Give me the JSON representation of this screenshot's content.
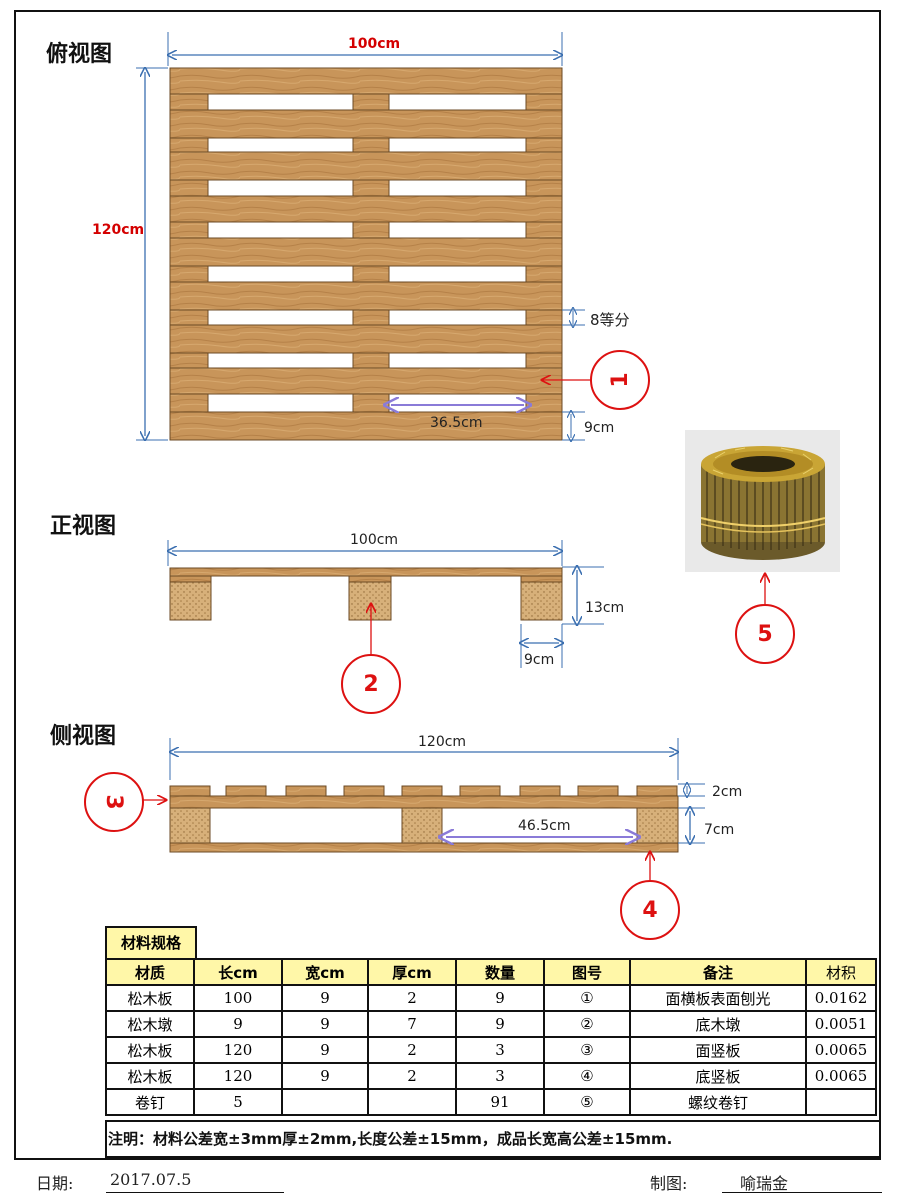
{
  "views": {
    "top": "俯视图",
    "front": "正视图",
    "side": "侧视图"
  },
  "dims": {
    "top_width": "100cm",
    "top_height": "120cm",
    "gap_span": "36.5cm",
    "divisions": "8等分",
    "stringer_width": "9cm",
    "front_width": "100cm",
    "front_height": "13cm",
    "block_width": "9cm",
    "side_length": "120cm",
    "side_board": "2cm",
    "side_block": "7cm",
    "side_gap": "46.5cm"
  },
  "callouts": [
    "1",
    "2",
    "3",
    "4",
    "5"
  ],
  "photo_icon": "coil-nails-photo",
  "spec": {
    "title": "材料规格",
    "headers": [
      "材质",
      "长cm",
      "宽cm",
      "厚cm",
      "数量",
      "图号",
      "备注",
      "材积"
    ],
    "rows": [
      [
        "松木板",
        "100",
        "9",
        "2",
        "9",
        "①",
        "面横板表面刨光",
        "0.0162"
      ],
      [
        "松木墩",
        "9",
        "9",
        "7",
        "9",
        "②",
        "底木墩",
        "0.0051"
      ],
      [
        "松木板",
        "120",
        "9",
        "2",
        "3",
        "③",
        "面竖板",
        "0.0065"
      ],
      [
        "松木板",
        "120",
        "9",
        "2",
        "3",
        "④",
        "底竖板",
        "0.0065"
      ],
      [
        "卷钉",
        "5",
        "",
        "",
        "91",
        "⑤",
        "螺纹卷钉",
        ""
      ]
    ],
    "note": "注明：材料公差宽±3mm厚±2mm,长度公差±15mm，成品长宽高公差±15mm."
  },
  "footer": {
    "date_label": "日期:",
    "date_value": "2017.07.5",
    "drawer_label": "制图:",
    "drawer_value": "喻瑞金"
  },
  "colors": {
    "wood": "#c89a5a",
    "block": "#d9b27a",
    "dim_line": "#3b6fb0",
    "callout": "#d11111",
    "header_bg": "#fff7a8"
  }
}
